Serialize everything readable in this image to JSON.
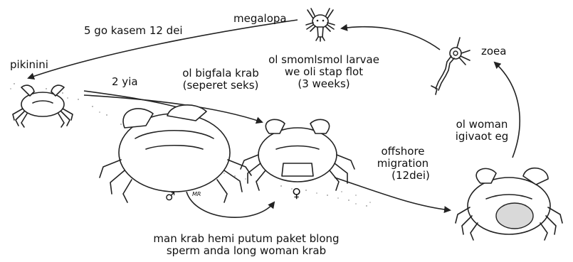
{
  "diagram": {
    "labels": {
      "megalopa": "megalopa",
      "duration_adult": "5 go kasem 12 dei",
      "pikinini": "pikinini",
      "zoea": "zoea",
      "larvae": [
        "ol smomlsmol larvae",
        "we oli stap flot",
        "(3 weeks)"
      ],
      "two_years": "2 yia",
      "adults": [
        "ol bigfala krab",
        "(seperet seks)"
      ],
      "female_eggs": [
        "ol woman",
        "igivaot eg"
      ],
      "migration": [
        "offshore",
        "migration",
        "(12dei)"
      ],
      "mating": [
        "man krab hemi putum paket blong",
        "sperm anda long woman krab"
      ]
    },
    "symbols": {
      "male": "♂",
      "female": "♀",
      "signature": "MR"
    }
  }
}
